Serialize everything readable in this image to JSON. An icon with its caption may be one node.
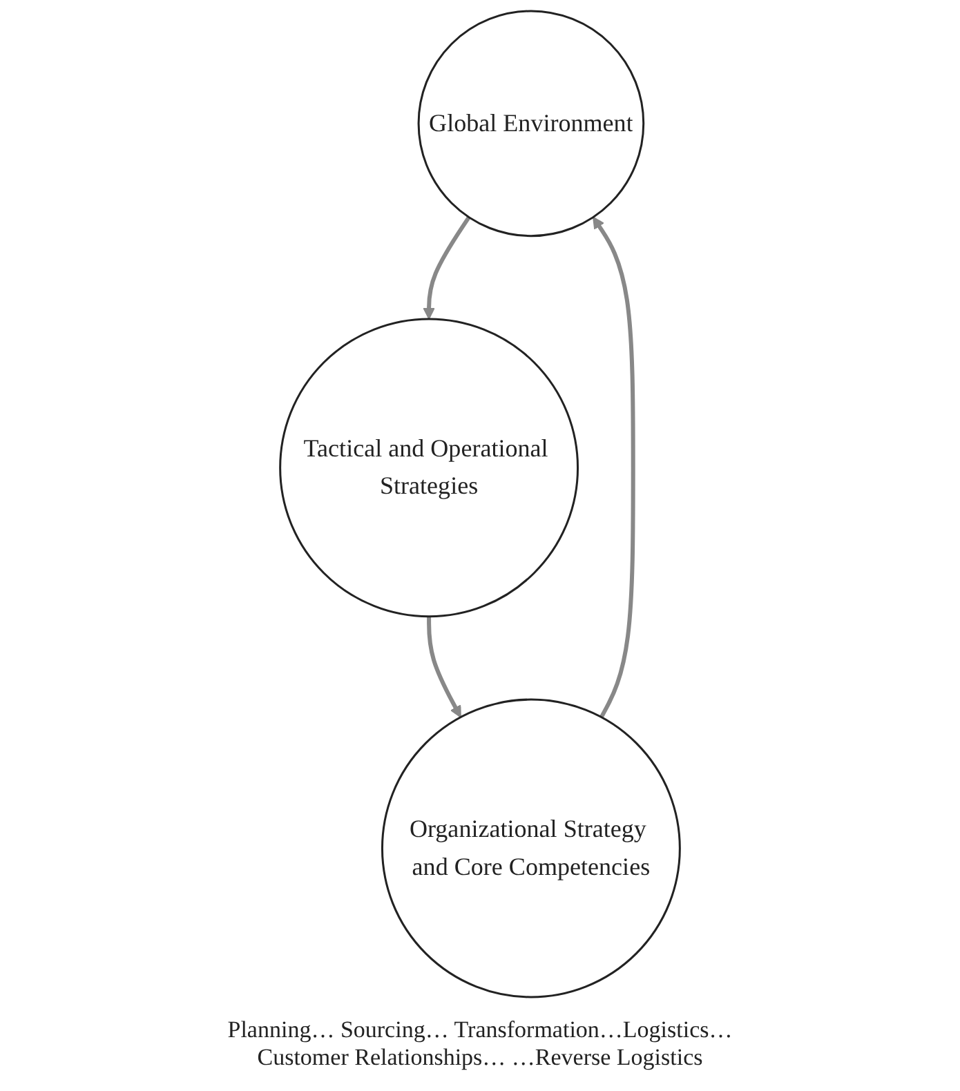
{
  "diagram": {
    "nodes": [
      {
        "text": [
          "Global Environment"
        ]
      },
      {
        "text": [
          "Organizational Strategy and Core Competencies"
        ]
      },
      {
        "text": [
          "Tactical and Operational Strategies"
        ]
      }
    ],
    "edges": [
      {
        "from": 0,
        "to": 2,
        "arrow": "to"
      },
      {
        "from": 2,
        "to": 1,
        "arrow": "to"
      },
      {
        "from": 1,
        "to": 0,
        "arrow": "to"
      }
    ],
    "labels": [
      "Planning… Sourcing… Transformation…Logistics… Customer Relationships… …Reverse Logistics"
    ]
  }
}
